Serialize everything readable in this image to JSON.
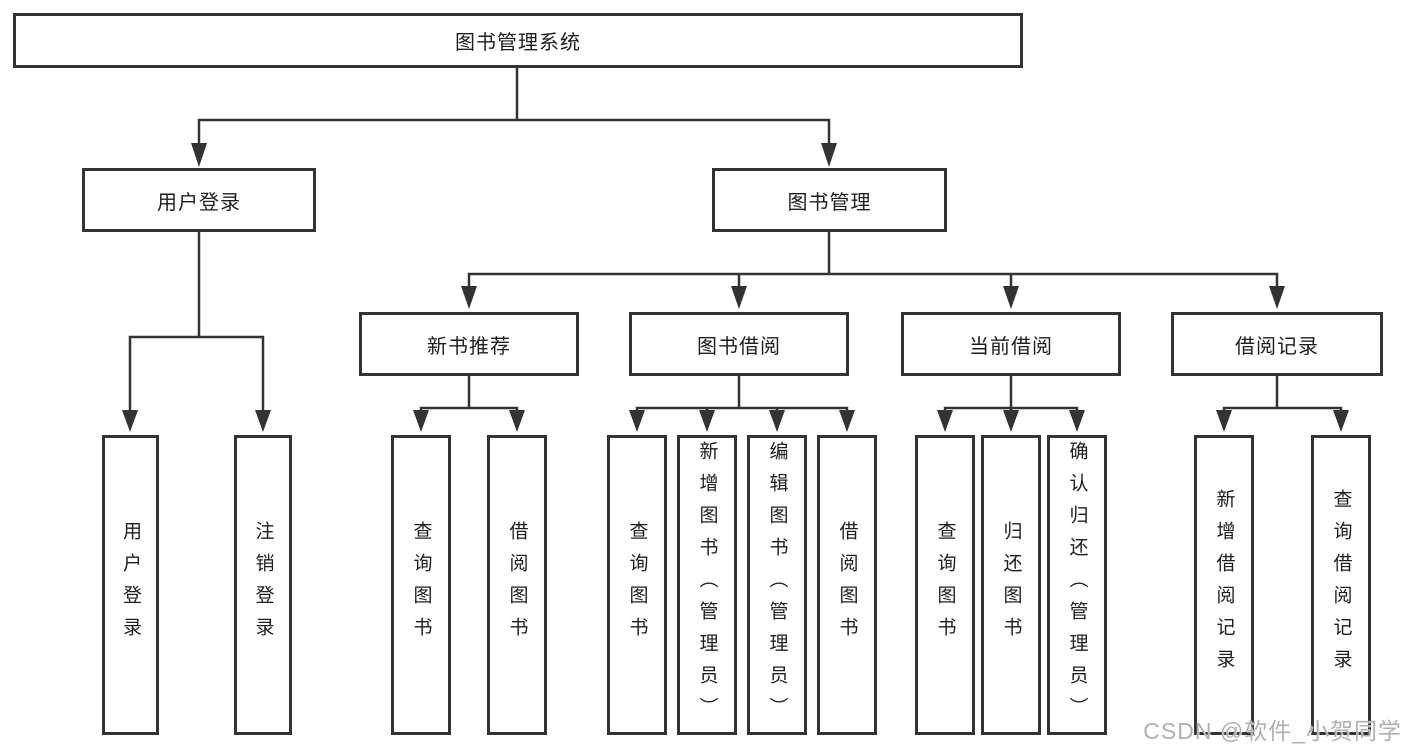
{
  "diagram": {
    "title_node": {
      "label": "图书管理系统"
    },
    "level2": [
      {
        "label": "用户登录"
      },
      {
        "label": "图书管理"
      }
    ],
    "level3": [
      {
        "label": "新书推荐"
      },
      {
        "label": "图书借阅"
      },
      {
        "label": "当前借阅"
      },
      {
        "label": "借阅记录"
      }
    ],
    "leaves": {
      "login": [
        {
          "label": "用户登录"
        },
        {
          "label": "注销登录"
        }
      ],
      "recommend": [
        {
          "label": "查询图书"
        },
        {
          "label": "借阅图书"
        }
      ],
      "borrow": [
        {
          "label": "查询图书"
        },
        {
          "label": "新增图书（管理员）"
        },
        {
          "label": "编辑图书（管理员）"
        },
        {
          "label": "借阅图书"
        }
      ],
      "current": [
        {
          "label": "查询图书"
        },
        {
          "label": "归还图书"
        },
        {
          "label": "确认归还（管理员）"
        }
      ],
      "records": [
        {
          "label": "新增借阅记录"
        },
        {
          "label": "查询借阅记录"
        }
      ]
    },
    "colors": {
      "line": "#333333",
      "text": "#1e1e1e",
      "watermark": "#b0b0b0",
      "background": "#ffffff"
    }
  },
  "watermark": {
    "text": "CSDN @软件_小贺同学"
  }
}
